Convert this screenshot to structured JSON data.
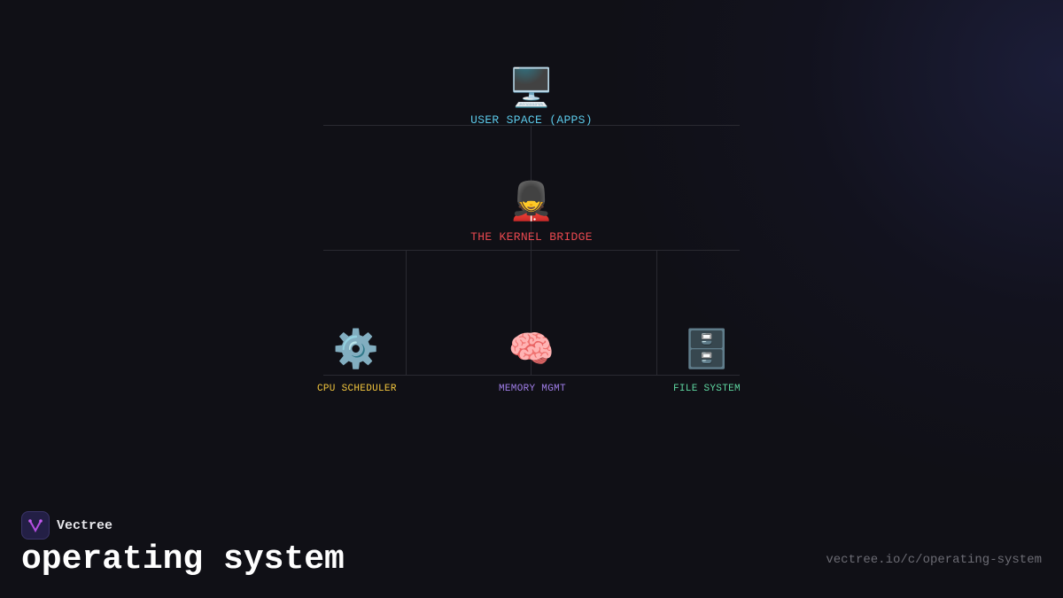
{
  "diagram": {
    "nodes": {
      "user_space": {
        "icon": "🖥️",
        "icon_name": "desktop-computer-icon",
        "label": "USER SPACE (APPS)",
        "color": "#5bc8e8"
      },
      "kernel": {
        "icon": "💂",
        "icon_name": "guard-icon",
        "label": "THE KERNEL BRIDGE",
        "color": "#e8484f"
      },
      "cpu": {
        "icon": "⚙️",
        "icon_name": "gear-icon",
        "label": "CPU SCHEDULER",
        "color": "#f2c53d"
      },
      "memory": {
        "icon": "🧠",
        "icon_name": "brain-icon",
        "label": "MEMORY MGMT",
        "color": "#a07ee8"
      },
      "filesystem": {
        "icon": "🗄️",
        "icon_name": "file-cabinet-icon",
        "label": "FILE SYSTEM",
        "color": "#5ed6a0"
      }
    },
    "edges": [
      {
        "from": "user_space",
        "to": "kernel"
      },
      {
        "from": "kernel",
        "to": "cpu"
      },
      {
        "from": "kernel",
        "to": "memory"
      },
      {
        "from": "kernel",
        "to": "filesystem"
      }
    ]
  },
  "footer": {
    "brand_name": "Vectree",
    "title": "operating system",
    "url": "vectree.io/c/operating-system"
  }
}
